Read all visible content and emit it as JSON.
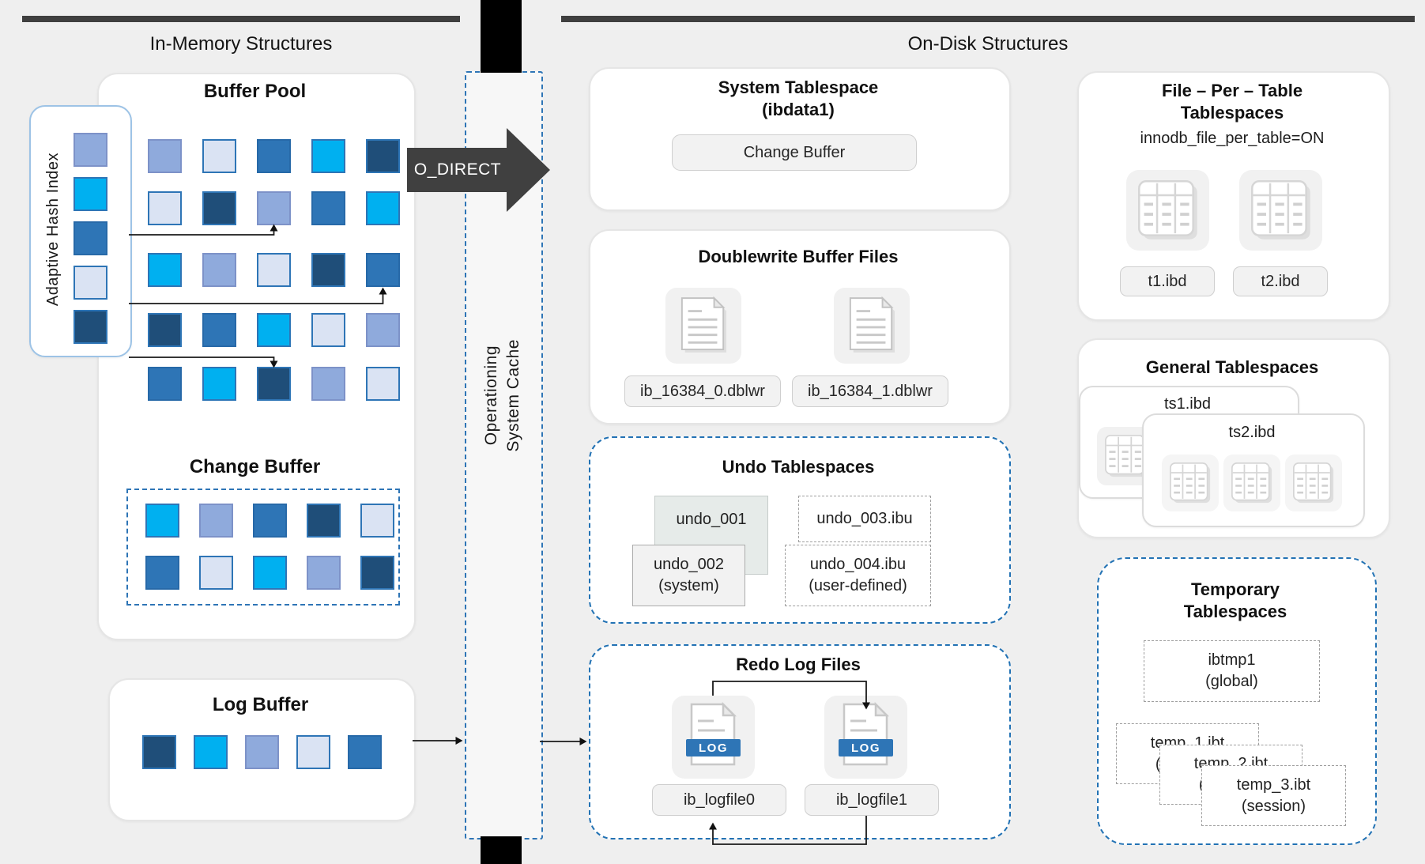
{
  "palette": {
    "fill": {
      "navy": "#1f4e79",
      "steel": "#2e75b6",
      "cyan": "#00b0f0",
      "peri": "#8faadc",
      "pale": "#dae3f3"
    },
    "border": {
      "navy": "#2e75b6",
      "steel": "#2769a8",
      "cyan": "#2e75b6",
      "peri": "#7d92c8",
      "pale": "#2e75b6"
    },
    "accent_blue_dash": "#2272b4",
    "dark_band": "#404040"
  },
  "headers": {
    "left": "In-Memory Structures",
    "right": "On-Disk Structures"
  },
  "os_cache": {
    "line1": "Operationing",
    "line2": "System Cache"
  },
  "o_direct": {
    "label": "O_DIRECT"
  },
  "in_memory": {
    "buffer_pool": {
      "title": "Buffer Pool",
      "rows": [
        [
          "peri",
          "pale",
          "steel",
          "cyan",
          "navy"
        ],
        [
          "pale",
          "navy",
          "peri",
          "steel",
          "cyan"
        ],
        [
          "cyan",
          "peri",
          "pale",
          "navy",
          "steel"
        ],
        [
          "navy",
          "steel",
          "cyan",
          "pale",
          "peri"
        ],
        [
          "steel",
          "cyan",
          "navy",
          "peri",
          "pale"
        ]
      ]
    },
    "adaptive_hash_index": {
      "title": "Adaptive Hash Index",
      "squares": [
        "peri",
        "cyan",
        "steel",
        "pale",
        "navy"
      ]
    },
    "change_buffer": {
      "title": "Change Buffer",
      "rows": [
        [
          "cyan",
          "peri",
          "steel",
          "navy",
          "pale"
        ],
        [
          "steel",
          "pale",
          "cyan",
          "peri",
          "navy"
        ]
      ]
    },
    "log_buffer": {
      "title": "Log Buffer",
      "squares": [
        "navy",
        "cyan",
        "peri",
        "pale",
        "steel"
      ]
    }
  },
  "on_disk": {
    "system_tablespace": {
      "title": "System Tablespace",
      "subtitle": "(ibdata1)",
      "button": "Change Buffer"
    },
    "doublewrite": {
      "title": "Doublewrite Buffer Files",
      "files": [
        "ib_16384_0.dblwr",
        "ib_16384_1.dblwr"
      ]
    },
    "undo": {
      "title": "Undo Tablespaces",
      "box1": "undo_001",
      "box2_line1": "undo_002",
      "box2_line2": "(system)",
      "box3": "undo_003.ibu",
      "box4_line1": "undo_004.ibu",
      "box4_line2": "(user-defined)"
    },
    "redo": {
      "title": "Redo Log Files",
      "badge": "LOG",
      "files": [
        "ib_logfile0",
        "ib_logfile1"
      ]
    },
    "file_per_table": {
      "title_line1": "File – Per – Table",
      "title_line2": "Tablespaces",
      "subtitle": "innodb_file_per_table=ON",
      "files": [
        "t1.ibd",
        "t2.ibd"
      ]
    },
    "general": {
      "title": "General Tablespaces",
      "card1": "ts1.ibd",
      "card2": "ts2.ibd"
    },
    "temporary": {
      "title_line1": "Temporary",
      "title_line2": "Tablespaces",
      "box1_line1": "ibtmp1",
      "box1_line2": "(global)",
      "temp_boxes": [
        {
          "name": "temp_1.ibt",
          "scope": "(session)"
        },
        {
          "name": "temp_2.ibt",
          "scope": "(session)"
        },
        {
          "name": "temp_3.ibt",
          "scope": "(session)"
        }
      ]
    }
  }
}
